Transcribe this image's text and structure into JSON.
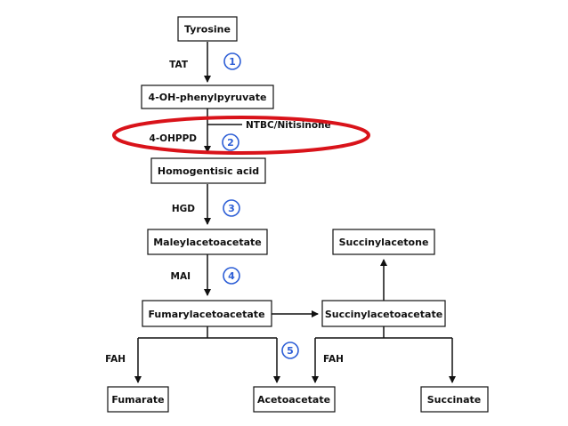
{
  "nodes": {
    "tyrosine": "Tyrosine",
    "hpp": "4-OH-phenylpyruvate",
    "hga": "Homogentisic acid",
    "maa": "Maleylacetoacetate",
    "faa": "Fumarylacetoacetate",
    "saa": "Succinylacetoacetate",
    "sa": "Succinylacetone",
    "fumarate": "Fumarate",
    "acetoacetate": "Acetoacetate",
    "succinate": "Succinate"
  },
  "enzymes": {
    "tat": "TAT",
    "ohppd": "4-OHPPD",
    "hgd": "HGD",
    "mai": "MAI",
    "fah_left": "FAH",
    "fah_right": "FAH"
  },
  "inhibitor": "NTBC/Nitisinone",
  "steps": [
    "1",
    "2",
    "3",
    "4",
    "5"
  ],
  "colors": {
    "step_marker": "#2e5fd6",
    "highlight_ellipse": "#d9131a"
  }
}
